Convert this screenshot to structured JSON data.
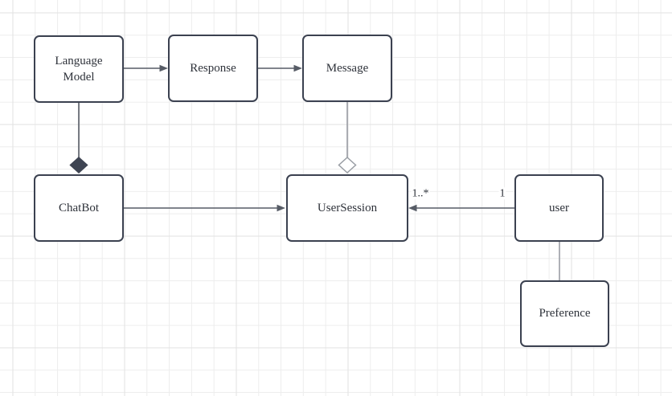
{
  "colors": {
    "canvas_bg": "#ffffff",
    "grid_minor": "#ededed",
    "grid_major": "#e2e2e2",
    "node_border": "#3b4150",
    "node_fill": "#ffffff",
    "text": "#2e323a",
    "edge_dark": "#575c66",
    "edge_light": "#999da4",
    "diamond_fill": "#3e4452"
  },
  "diagram": {
    "type": "uml-class-diagram",
    "nodes": [
      {
        "id": "language-model",
        "label": "Language Model"
      },
      {
        "id": "response",
        "label": "Response"
      },
      {
        "id": "message",
        "label": "Message"
      },
      {
        "id": "chatbot",
        "label": "ChatBot"
      },
      {
        "id": "user-session",
        "label": "UserSession"
      },
      {
        "id": "user",
        "label": "user"
      },
      {
        "id": "preference",
        "label": "Preference"
      }
    ],
    "edges": [
      {
        "from": "Language Model",
        "to": "Response",
        "type": "directed-arrow"
      },
      {
        "from": "Response",
        "to": "Message",
        "type": "directed-arrow"
      },
      {
        "from": "Language Model",
        "to": "ChatBot",
        "type": "composition-filled-diamond-at-chatbot"
      },
      {
        "from": "Message",
        "to": "UserSession",
        "type": "aggregation-hollow-diamond-at-usersession"
      },
      {
        "from": "ChatBot",
        "to": "UserSession",
        "type": "directed-arrow"
      },
      {
        "from": "user",
        "to": "UserSession",
        "type": "directed-arrow",
        "source_label": "1",
        "target_label": "1..*"
      },
      {
        "from": "user",
        "to": "Preference",
        "type": "plain-line"
      }
    ]
  }
}
